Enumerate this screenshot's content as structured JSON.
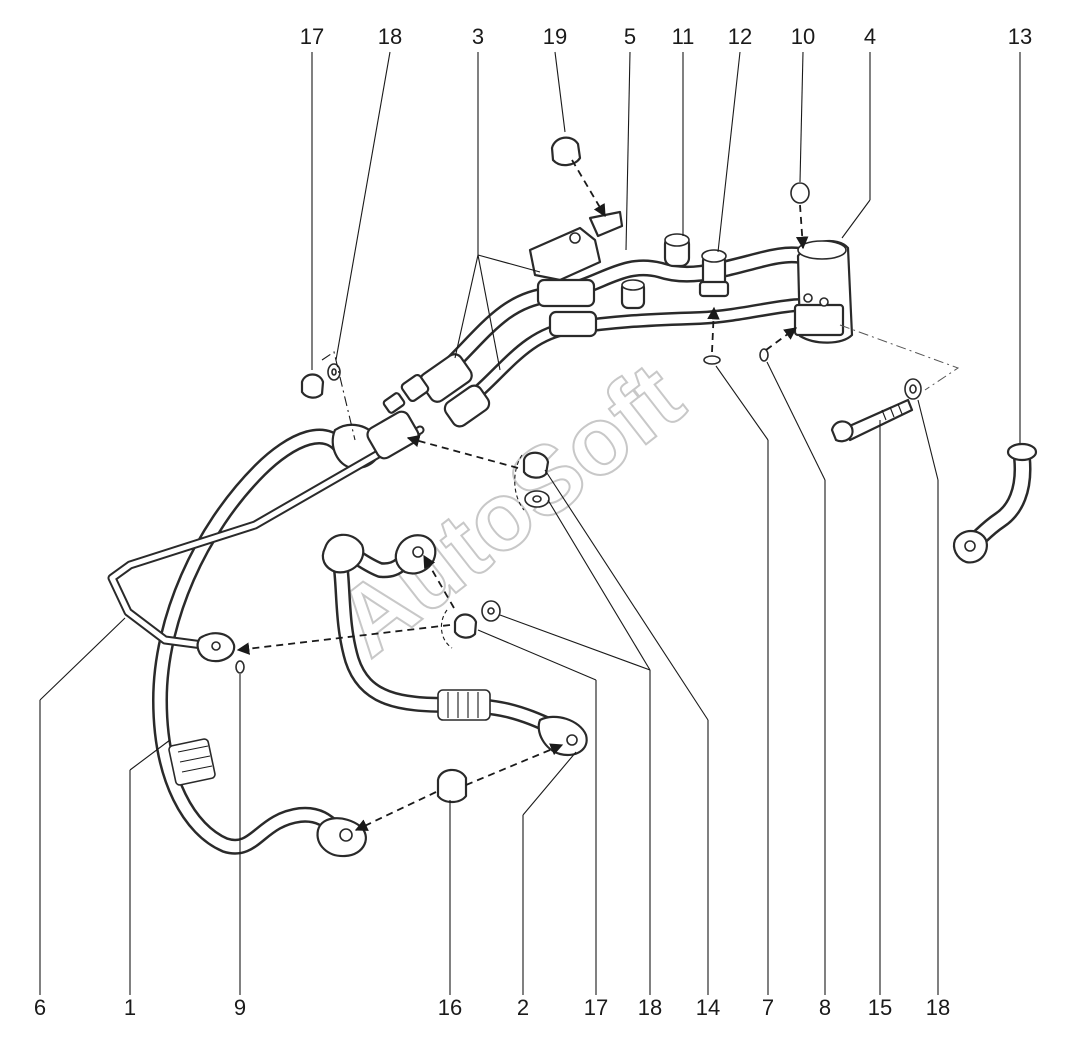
{
  "watermark": "AutoSoft",
  "callouts": {
    "c17a": "17",
    "c18a": "18",
    "c3": "3",
    "c19": "19",
    "c5": "5",
    "c11": "11",
    "c12": "12",
    "c10": "10",
    "c4": "4",
    "c13": "13",
    "c6": "6",
    "c1": "1",
    "c9": "9",
    "c16": "16",
    "c2": "2",
    "c17b": "17",
    "c18b": "18",
    "c14": "14",
    "c7": "7",
    "c8": "8",
    "c15": "15",
    "c18c": "18"
  }
}
